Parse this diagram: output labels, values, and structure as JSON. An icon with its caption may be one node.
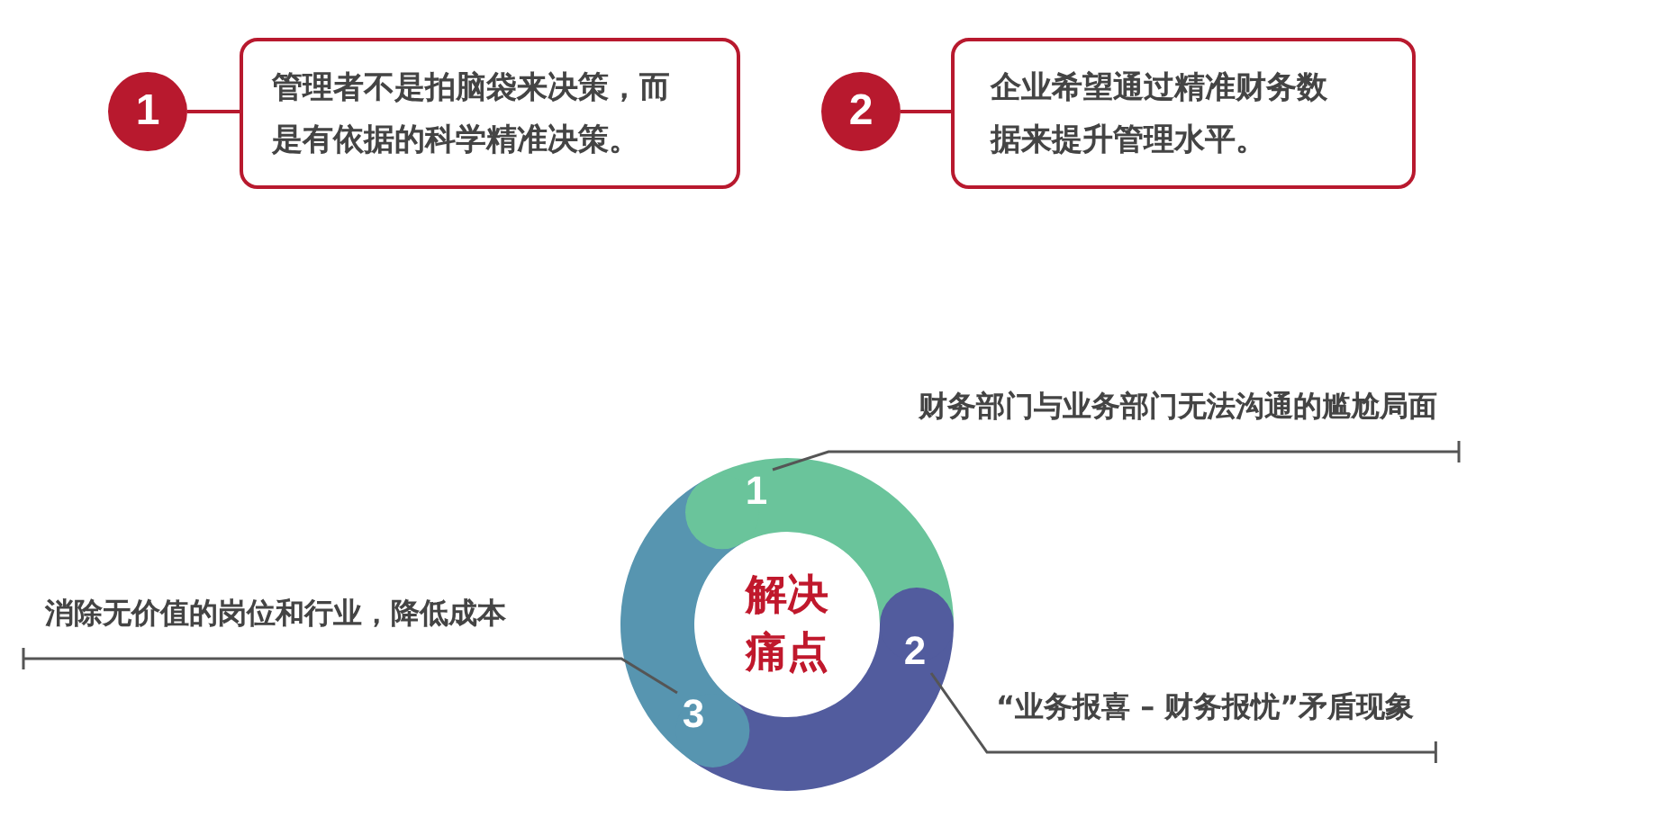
{
  "diagram": {
    "nodes": [
      {
        "text": [
          "1"
        ]
      },
      {
        "text": [
          "管理者不是拍脑袋来决策，而是有依据的科学精准决策。"
        ]
      },
      {
        "text": [
          "2"
        ]
      },
      {
        "text": [
          "企业希望通过精准财务数据来提升管理水平。"
        ]
      },
      {
        "text": [
          "解决痛点"
        ]
      },
      {
        "text": [
          "1"
        ]
      },
      {
        "text": [
          "2"
        ]
      },
      {
        "text": [
          "3"
        ]
      },
      {
        "text": [
          "财务部门与业务部门无法沟通的尴尬局面"
        ]
      },
      {
        "text": [
          "“业务报喜 – 财务报忧”矛盾现象"
        ]
      },
      {
        "text": [
          "消除无价值的岗位和行业，降低成本"
        ]
      }
    ],
    "edges": [
      {
        "from": 0,
        "to": 1,
        "arrow": "none",
        "color": "#b8192e"
      },
      {
        "from": 2,
        "to": 3,
        "arrow": "none",
        "color": "#b8192e"
      },
      {
        "from": 8,
        "to": 5,
        "arrow": "none"
      },
      {
        "from": 9,
        "to": 6,
        "arrow": "none"
      },
      {
        "from": 10,
        "to": 7,
        "arrow": "none"
      }
    ]
  }
}
